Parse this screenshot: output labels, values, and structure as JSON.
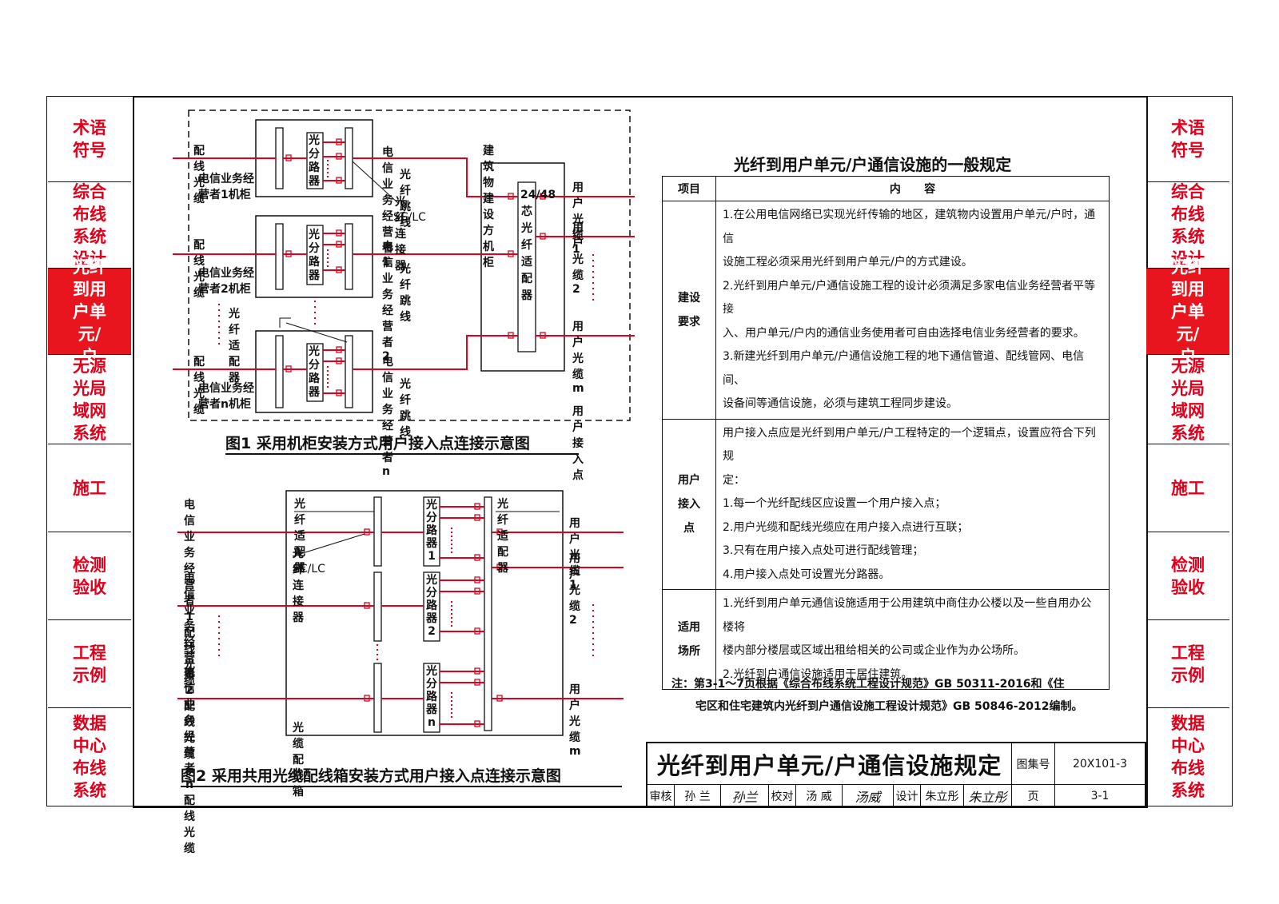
{
  "side_nav": [
    {
      "label": "术语符号",
      "active": false
    },
    {
      "label": "综合布线系统设计",
      "active": false
    },
    {
      "label": "光纤到用户单元/户",
      "active": true
    },
    {
      "label": "无源光局域网系统",
      "active": false
    },
    {
      "label": "施工",
      "active": false
    },
    {
      "label": "检测验收",
      "active": false
    },
    {
      "label": "工程示例",
      "active": false
    },
    {
      "label": "数据中心布线系统",
      "active": false
    }
  ],
  "fig1": {
    "caption": "图1   采用机柜安装方式用户接入点连接示意图",
    "cabinet1_label": "电信业务经营者1机柜",
    "cabinet2_label": "电信业务经营者2机柜",
    "cabinetn_label": "电信业务经营者n机柜",
    "distribution_cable": "配线光缆",
    "splitter": "光分路器",
    "operator1": "电信业务经营者1",
    "operator2": "电信业务经营者2",
    "operatorn": "电信业务经营者n",
    "patch_cord": "光纤跳线",
    "connector": "光纤连接器",
    "connector_type": "SC/LC",
    "adapter": "光纤适配器",
    "building_cabinet": "建筑物建设方机柜",
    "adapter_24_48": "24/48芯光纤适配器",
    "user_cable_1": "用户光缆1",
    "user_cable_2": "用户光缆2",
    "user_cable_m": "用户光缆m",
    "access_point": "用户接入点"
  },
  "fig2": {
    "caption": "图2   采用共用光缆配线箱安装方式用户接入点连接示意图",
    "op1_cable": [
      "电信业务经营者1",
      "配线光缆"
    ],
    "op2_cable": [
      "电信业务经营者2",
      "配线光缆"
    ],
    "opn_cable": [
      "电信业务经营者n",
      "配线光缆"
    ],
    "adapter_left": "光纤适配器",
    "adapter_right": "光纤适配器",
    "connector": "光纤连接器",
    "connector_type": "SC/LC",
    "splitter1": "光分路器1",
    "splitter2": "光分路器2",
    "splittern": "光分路器n",
    "box": "光缆配线箱",
    "user_cable_1": "用户光缆1",
    "user_cable_2": "用户光缆2",
    "user_cable_m": "用户光缆m"
  },
  "table": {
    "title": "光纤到用户单元/户通信设施的一般规定",
    "col_item": "项目",
    "col_content": "内      容",
    "rows": [
      {
        "item": "建设要求",
        "lines": [
          "1.在公用电信网络已实现光纤传输的地区，建筑物内设置用户单元/户时，通信",
          "设施工程必须采用光纤到用户单元/户的方式建设。",
          "2.光纤到用户单元/户通信设施工程的设计必须满足多家电信业务经营者平等接",
          "入、用户单元/户内的通信业务使用者可自由选择电信业务经营者的要求。",
          "3.新建光纤到用户单元/户通信设施工程的地下通信管道、配线管网、电信间、",
          "设备间等通信设施，必须与建筑工程同步建设。"
        ]
      },
      {
        "item": "用户接入点",
        "lines": [
          "用户接入点应是光纤到用户单元/户工程特定的一个逻辑点，设置应符合下列规",
          "定：",
          "1.每一个光纤配线区应设置一个用户接入点；",
          "2.用户光缆和配线光缆应在用户接入点进行互联；",
          "3.只有在用户接入点处可进行配线管理；",
          "4.用户接入点处可设置光分路器。"
        ]
      },
      {
        "item": "适用场所",
        "lines": [
          "1.光纤到用户单元通信设施适用于公用建筑中商住办公楼以及一些自用办公楼将",
          "楼内部分楼层或区域出租给相关的公司或企业作为办公场所。",
          "2.光纤到户通信设施适用于居住建筑。"
        ]
      }
    ]
  },
  "note": {
    "line1": "注：第3-1～7页根据《综合布线系统工程设计规范》GB 50311-2016和《住",
    "line2": "宅区和住宅建筑内光纤到户通信设施工程设计规范》GB 50846-2012编制。"
  },
  "title_block": {
    "title": "光纤到用户单元/户通信设施规定",
    "atlas_label": "图集号",
    "atlas_no": "20X101-3",
    "review_label": "审核",
    "reviewer": "孙 兰",
    "check_label": "校对",
    "checker": "汤 威",
    "design_label": "设计",
    "designer": "朱立彤",
    "page_label": "页",
    "page_no": "3-1",
    "sig_reviewer": "孙兰",
    "sig_checker": "汤威",
    "sig_designer": "朱立彤"
  },
  "colors": {
    "red": "#e0001b",
    "active_bg": "#e8141e",
    "line": "#111111"
  }
}
